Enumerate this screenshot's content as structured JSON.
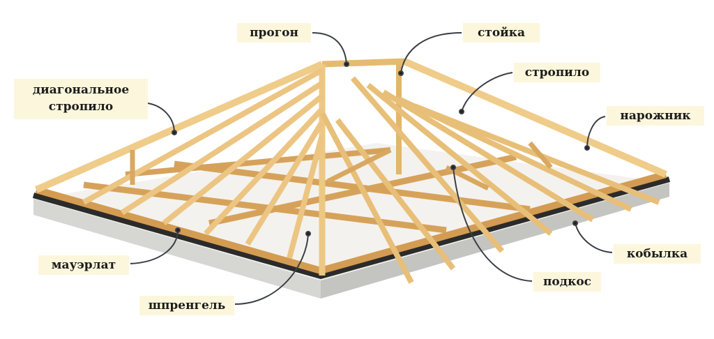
{
  "title": "Hip roof framing components",
  "colors": {
    "label_bg": "#fcf7dc",
    "wood": "#e9c27a",
    "wood_dark": "#c98f45",
    "concrete": "#d9d9d6",
    "mauerlat_strip": "#2b2b2b",
    "leader": "#3a3f45"
  },
  "labels": {
    "progon": "прогон",
    "stoyka": "стойка",
    "stropilo": "стропило",
    "diagonal_line1": "диагональное",
    "diagonal_line2": "стропило",
    "narozhnik": "нарожник",
    "kobylka": "кобылка",
    "podkos": "подкос",
    "mauerlat": "мауэрлат",
    "shprengel": "шпренгель"
  }
}
